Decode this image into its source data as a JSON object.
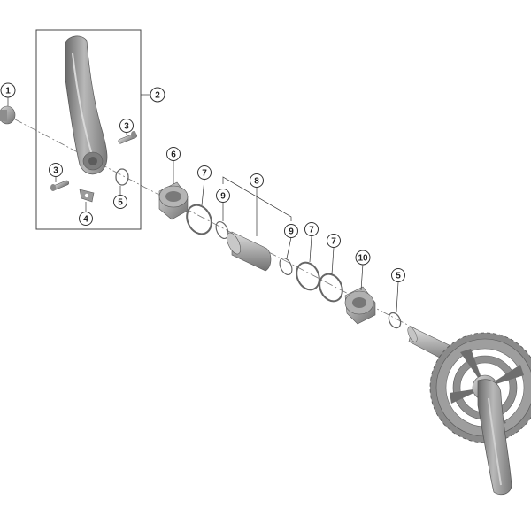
{
  "diagram": {
    "type": "exploded-parts-view",
    "colors": {
      "part_light": "#bdbdbd",
      "part_mid": "#9a9a9a",
      "part_dark": "#6e6e6e",
      "line": "#555555",
      "background": "#ffffff"
    },
    "callouts": [
      {
        "id": "c1",
        "label": "1"
      },
      {
        "id": "c2",
        "label": "2"
      },
      {
        "id": "c3a",
        "label": "3"
      },
      {
        "id": "c3b",
        "label": "3"
      },
      {
        "id": "c4",
        "label": "4"
      },
      {
        "id": "c5a",
        "label": "5"
      },
      {
        "id": "c5b",
        "label": "5"
      },
      {
        "id": "c6",
        "label": "6"
      },
      {
        "id": "c7a",
        "label": "7"
      },
      {
        "id": "c7b",
        "label": "7"
      },
      {
        "id": "c7c",
        "label": "7"
      },
      {
        "id": "c8",
        "label": "8"
      },
      {
        "id": "c9a",
        "label": "9"
      },
      {
        "id": "c9b",
        "label": "9"
      },
      {
        "id": "c10",
        "label": "10"
      }
    ]
  }
}
